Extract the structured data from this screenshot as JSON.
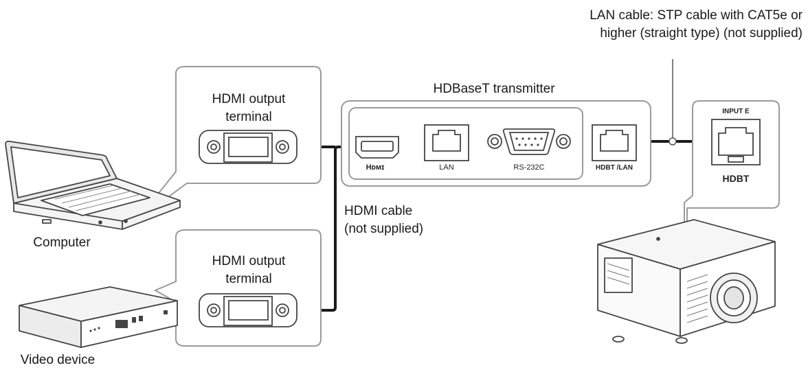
{
  "labels": {
    "lan_cable_line1": "LAN cable: STP cable with CAT5e or",
    "lan_cable_line2": "higher (straight type) (not supplied)",
    "transmitter_title": "HDBaseT transmitter",
    "hdmi_out_1_line1": "HDMI output",
    "hdmi_out_1_line2": "terminal",
    "hdmi_out_2_line1": "HDMI output",
    "hdmi_out_2_line2": "terminal",
    "hdmi_cable_line1": "HDMI cable",
    "hdmi_cable_line2": "(not supplied)",
    "computer": "Computer",
    "video_device": "Video device",
    "port_hdmi": "Hᴅᴍɪ",
    "port_lan": "LAN",
    "port_rs232c": "RS-232C",
    "port_hdbt_lan": "HDBT /LAN",
    "input_e": "INPUT E",
    "hdbt_logo": "HDBT"
  },
  "colors": {
    "stroke": "#555555",
    "box_stroke": "#9a9a9a",
    "cable": "#1a1a1a",
    "panel_fill": "#ffffff"
  },
  "icons": {
    "computer": "laptop-icon",
    "video_device": "set-top-box-icon",
    "projector": "projector-icon"
  }
}
